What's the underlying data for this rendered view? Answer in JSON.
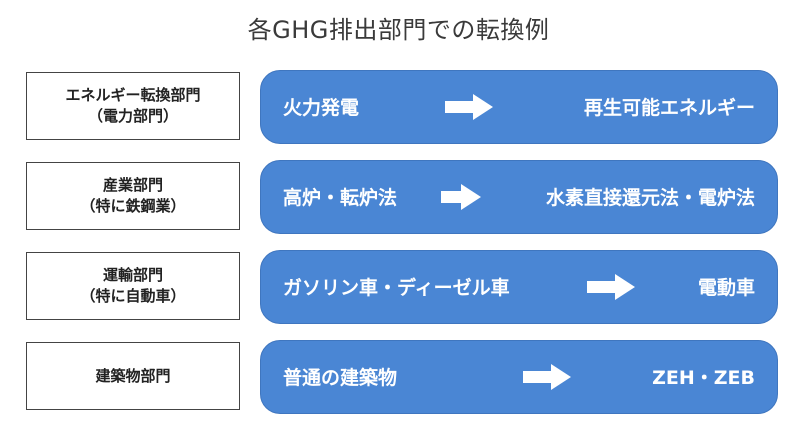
{
  "title": "各GHG排出部門での転換例",
  "rows": [
    {
      "sector_line1": "エネルギー転換部門",
      "sector_line2": "（電力部門）",
      "from": "火力発電",
      "arrow_icon": "right-arrow-icon",
      "to": "再生可能エネルギー"
    },
    {
      "sector_line1": "産業部門",
      "sector_line2": "（特に鉄鋼業）",
      "from": "高炉・転炉法",
      "arrow_icon": "right-arrow-icon",
      "to": "水素直接還元法・電炉法"
    },
    {
      "sector_line1": "運輸部門",
      "sector_line2": "（特に自動車）",
      "from": "ガソリン車・ディーゼル車",
      "arrow_icon": "right-arrow-icon",
      "to": "電動車"
    },
    {
      "sector_line1": "建築物部門",
      "sector_line2": "",
      "from": "普通の建築物",
      "arrow_icon": "right-arrow-icon",
      "to": "ZEH・ZEB"
    }
  ],
  "colors": {
    "pill": "#4a86d4",
    "pill_text": "#ffffff",
    "sector_border": "#444444"
  }
}
